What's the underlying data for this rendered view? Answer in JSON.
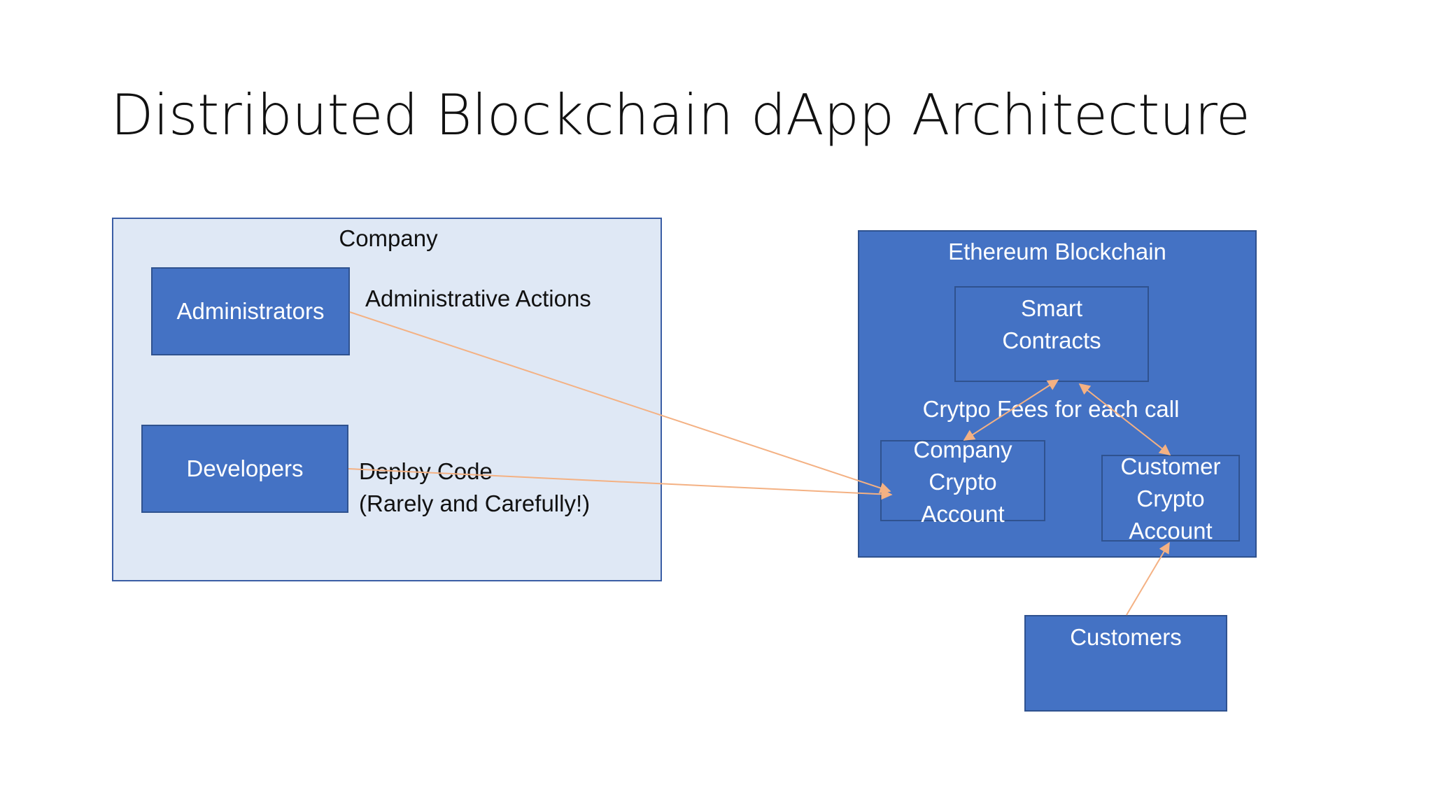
{
  "slide": {
    "title": "Distributed Blockchain dApp Architecture"
  },
  "company": {
    "label": "Company",
    "administrators": "Administrators",
    "developers": "Developers",
    "admin_actions": "Administrative Actions",
    "deploy_line1": "Deploy Code",
    "deploy_line2": "(Rarely and Carefully!)"
  },
  "blockchain": {
    "label": "Ethereum Blockchain",
    "smart_line1": "Smart",
    "smart_line2": "Contracts",
    "fees": "Crytpo Fees for each call",
    "company_acct_line1": "Company",
    "company_acct_line2": "Crypto",
    "company_acct_line3": "Account",
    "customer_acct_line1": "Customer",
    "customer_acct_line2": "Crypto",
    "customer_acct_line3": "Account"
  },
  "customers": {
    "label": "Customers"
  },
  "colors": {
    "box_fill": "#4472c4",
    "box_border": "#2f528f",
    "company_fill": "#dfe8f5",
    "arrow": "#f4b183"
  }
}
